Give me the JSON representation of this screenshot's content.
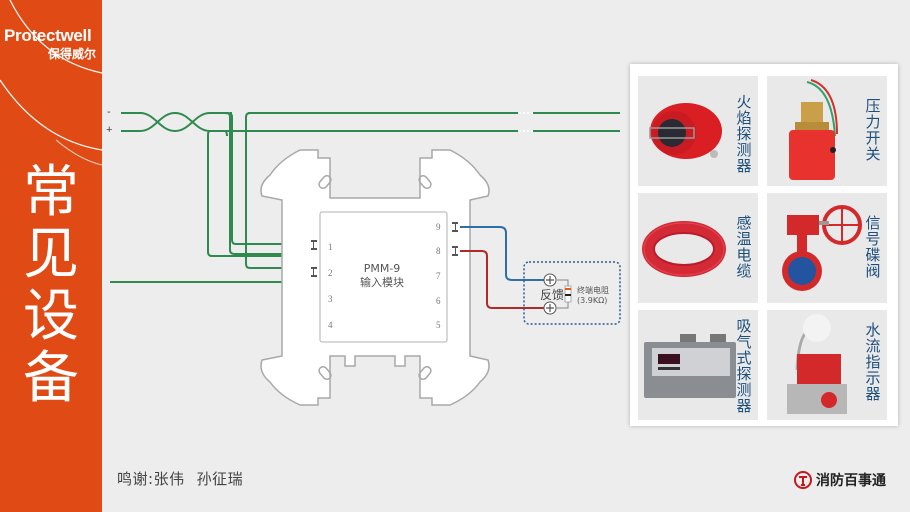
{
  "brand": {
    "name_en": "Protectwell",
    "name_cn": "保得威尔",
    "accent_color": "#e04a14"
  },
  "title": {
    "chars": [
      "常",
      "见",
      "设",
      "备"
    ]
  },
  "diagram": {
    "wire_labels": {
      "negative": "-",
      "positive": "+"
    },
    "module": {
      "model": "PMM-9",
      "type": "输入模块",
      "pins_left": [
        "1",
        "2",
        "3",
        "4"
      ],
      "pins_right": [
        "9",
        "8",
        "7",
        "6",
        "5"
      ]
    },
    "feedback": {
      "label": "反馈",
      "resistor_label": "终端电阻",
      "resistor_value": "(3.9KΩ)"
    },
    "colors": {
      "bus": "#2e8a4e",
      "signal_blue": "#2f6fa7",
      "signal_red": "#b02a2a",
      "dotted_box": "#2a5d8f"
    }
  },
  "devices": [
    {
      "label": "火焰探测器",
      "chars": [
        "火",
        "焰",
        "探",
        "测",
        "器"
      ],
      "icon": "flame-detector"
    },
    {
      "label": "压力开关",
      "chars": [
        "压",
        "力",
        "开",
        "关"
      ],
      "icon": "pressure-switch"
    },
    {
      "label": "感温电缆",
      "chars": [
        "感",
        "温",
        "电",
        "缆"
      ],
      "icon": "heat-sensing-cable"
    },
    {
      "label": "信号碟阀",
      "chars": [
        "信",
        "号",
        "碟",
        "阀"
      ],
      "icon": "signal-butterfly-valve"
    },
    {
      "label": "吸气式探测器",
      "chars": [
        "吸",
        "气",
        "式",
        "探",
        "测",
        "器"
      ],
      "icon": "aspirating-detector"
    },
    {
      "label": "水流指示器",
      "chars": [
        "水",
        "流",
        "指",
        "示",
        "器"
      ],
      "icon": "water-flow-indicator"
    }
  ],
  "footer": {
    "credits_prefix": "鸣谢:",
    "credits_names": [
      "张伟",
      "孙征瑞"
    ],
    "logo_text": "消防百事通"
  }
}
